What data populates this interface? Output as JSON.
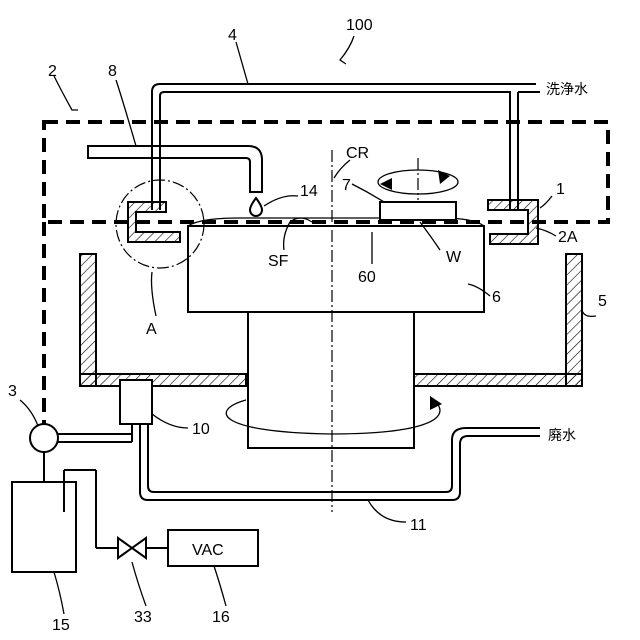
{
  "labels": {
    "l100": "100",
    "l2": "2",
    "l8": "8",
    "l4": "4",
    "wash_water": "洗浄水",
    "cr": "CR",
    "l7": "7",
    "l14": "14",
    "l1": "1",
    "l2a": "2A",
    "sf": "SF",
    "w": "W",
    "l60": "60",
    "l6": "6",
    "l5": "5",
    "a": "A",
    "l3": "3",
    "l10": "10",
    "waste_water": "廃水",
    "l11": "11",
    "vac": "VAC",
    "l15": "15",
    "l33": "33",
    "l16": "16"
  }
}
